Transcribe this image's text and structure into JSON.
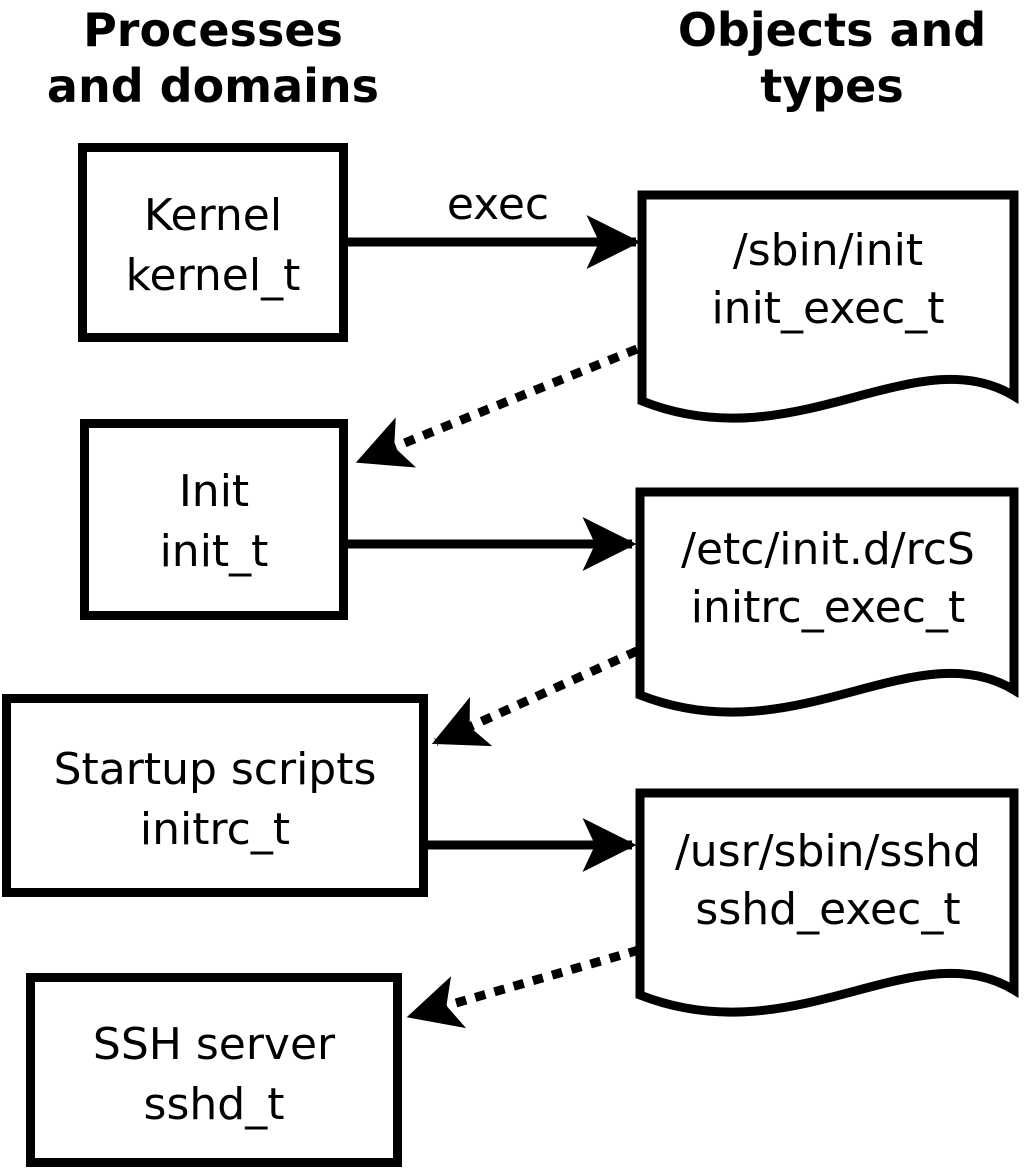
{
  "diagram": {
    "headers": {
      "left": {
        "line1": "Processes",
        "line2": "and domains"
      },
      "right": {
        "line1": "Objects and",
        "line2": "types"
      }
    },
    "processes": [
      {
        "name": "Kernel",
        "type": "kernel_t"
      },
      {
        "name": "Init",
        "type": "init_t"
      },
      {
        "name": "Startup scripts",
        "type": "initrc_t"
      },
      {
        "name": "SSH server",
        "type": "sshd_t"
      }
    ],
    "objects": [
      {
        "path": "/sbin/init",
        "type": "init_exec_t"
      },
      {
        "path": "/etc/init.d/rcS",
        "type": "initrc_exec_t"
      },
      {
        "path": "/usr/sbin/sshd",
        "type": "sshd_exec_t"
      }
    ],
    "arrow_labels": {
      "exec": "exec"
    },
    "colors": {
      "line": "#000000",
      "background": "#ffffff"
    }
  }
}
